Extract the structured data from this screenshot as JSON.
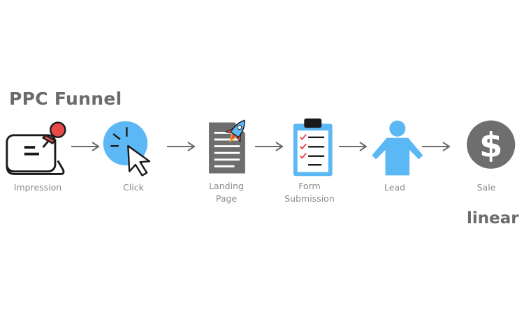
{
  "title": "PPC Funnel",
  "footer_word": "linear",
  "accent_blue": "#5bb8f5",
  "accent_gray": "#6e6e6e",
  "accent_red": "#e84a4a",
  "stages": [
    {
      "label": "Impression",
      "icon": "billboard-pin-icon"
    },
    {
      "label": "Click",
      "icon": "cursor-click-icon"
    },
    {
      "label": "Landing\nPage",
      "icon": "document-rocket-icon"
    },
    {
      "label": "Form\nSubmission",
      "icon": "clipboard-checklist-icon"
    },
    {
      "label": "Lead",
      "icon": "person-icon"
    },
    {
      "label": "Sale",
      "icon": "dollar-coin-icon"
    }
  ]
}
